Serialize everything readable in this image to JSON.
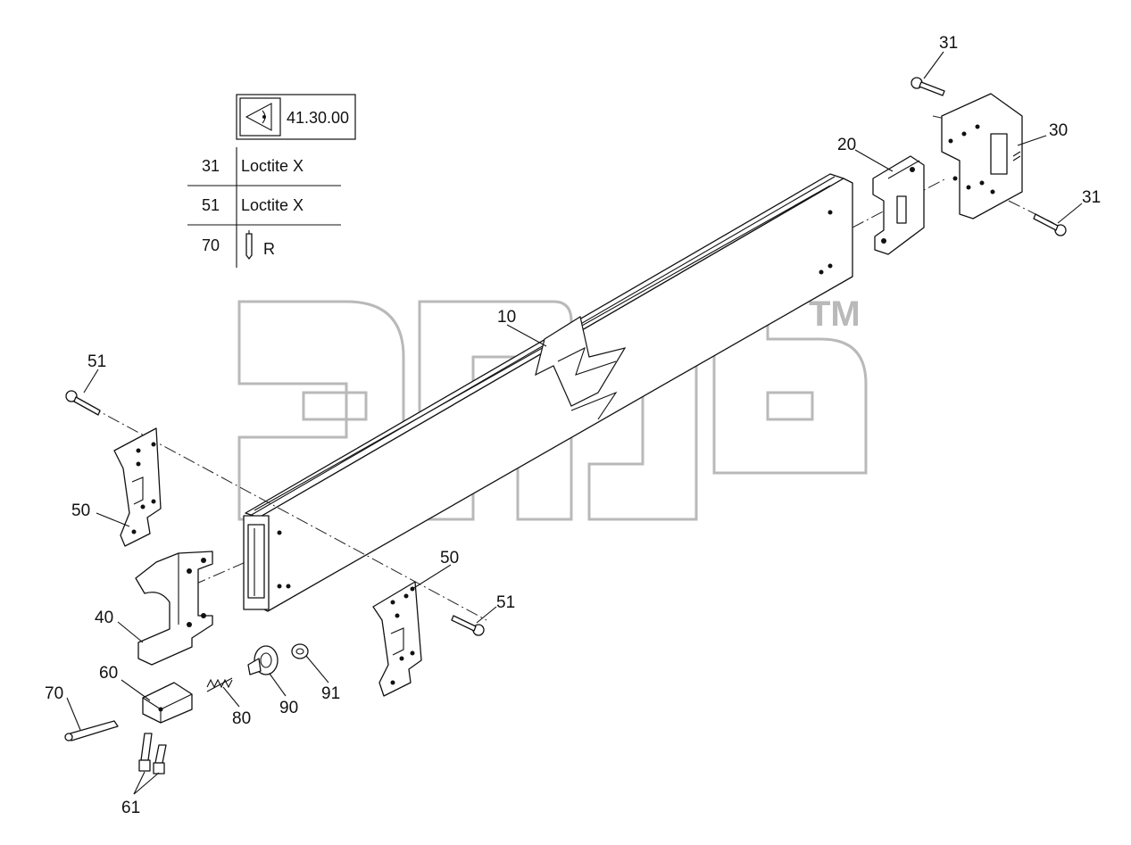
{
  "reference_box": {
    "icon": "eye-view-icon",
    "code": "41.30.00"
  },
  "legend": [
    {
      "item": "31",
      "text": "Loctite X"
    },
    {
      "item": "51",
      "text": "Loctite X"
    },
    {
      "item": "70",
      "icon": "pin-icon",
      "text": "R"
    }
  ],
  "callouts": {
    "c10": "10",
    "c20": "20",
    "c30": "30",
    "c31a": "31",
    "c31b": "31",
    "c40": "40",
    "c50a": "50",
    "c50b": "50",
    "c51a": "51",
    "c51b": "51",
    "c60": "60",
    "c61": "61",
    "c70": "70",
    "c80": "80",
    "c90": "90",
    "c91": "91"
  },
  "watermark": {
    "tm": "TM"
  },
  "colors": {
    "line": "#111111",
    "watermark": "#b9b9b9",
    "background": "#ffffff"
  }
}
